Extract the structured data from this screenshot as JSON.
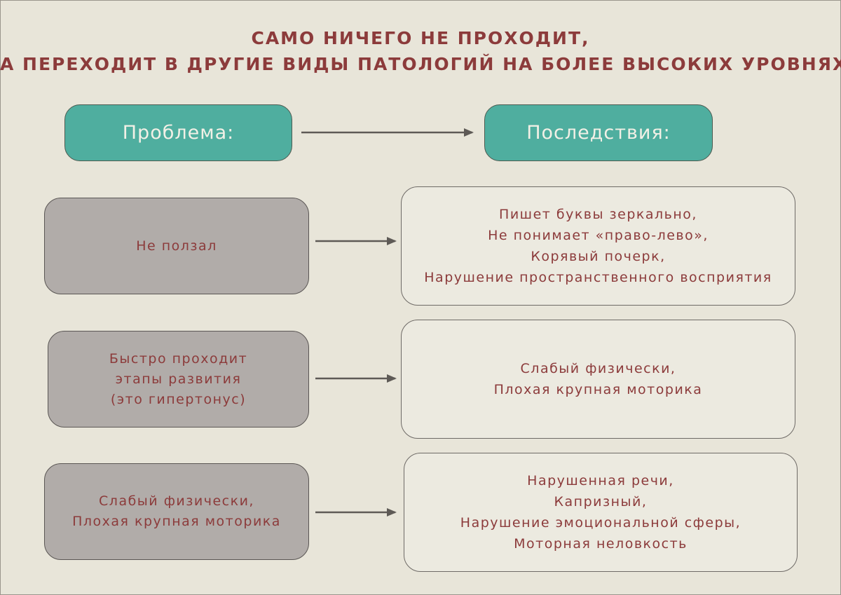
{
  "title": {
    "line1": "САМО НИЧЕГО НЕ ПРОХОДИТ,",
    "line2": "А ПЕРЕХОДИТ В ДРУГИЕ ВИДЫ ПАТОЛОГИЙ НА БОЛЕЕ ВЫСОКИХ УРОВНЯХ:"
  },
  "headers": {
    "problem": "Проблема:",
    "consequences": "Последствия:"
  },
  "rows": [
    {
      "problem": [
        "Не ползал"
      ],
      "consequences": [
        "Пишет буквы зеркально,",
        "Не понимает «право-лево»,",
        "Корявый почерк,",
        "Нарушение пространственного восприятия"
      ]
    },
    {
      "problem": [
        "Быстро проходит",
        "этапы развития",
        "(это гипертонус)"
      ],
      "consequences": [
        "Слабый физически,",
        "Плохая крупная моторика"
      ]
    },
    {
      "problem": [
        "Слабый физически,",
        "Плохая крупная моторика"
      ],
      "consequences": [
        "Нарушенная речи,",
        "Капризный,",
        "Нарушение эмоциональной сферы,",
        "Моторная неловкость"
      ]
    }
  ],
  "colors": {
    "background": "#e8e5d9",
    "text": "#8c3b3b",
    "header_fill": "#4fae9f",
    "problem_fill": "#b1aca9",
    "result_fill": "#eceae0",
    "arrow": "#5e5a56"
  }
}
